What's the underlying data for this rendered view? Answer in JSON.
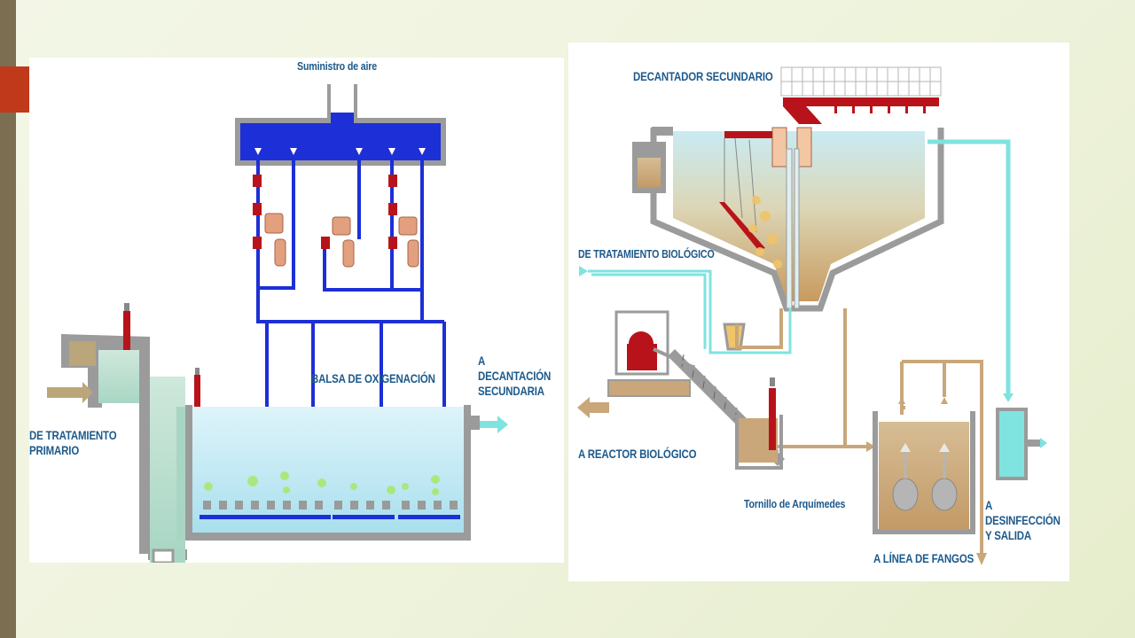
{
  "left_diagram": {
    "air_supply_label": "Suministro de aire",
    "primary_input_label": "DE TRATAMIENTO\nPRIMARIO",
    "oxygenation_label": "BALSA DE OXIGENACIÓN",
    "secondary_output_label": "A DECANTACIÓN\nSECUNDARIA"
  },
  "right_diagram": {
    "secondary_clarifier_label": "DECANTADOR SECUNDARIO",
    "biological_input_label": "DE TRATAMIENTO BIOLÓGICO",
    "bio_reactor_label": "A REACTOR BIOLÓGICO",
    "screw_label": "Tornillo de Arquímedes",
    "sludge_line_label": "A LÍNEA DE FANGOS",
    "disinfection_label": "A DESINFECCIÓN\nY SALIDA"
  },
  "colors": {
    "pipe_blue": "#1d2fd6",
    "water": "#b8e4f0",
    "tank_gray": "#9a9a9a",
    "sludge": "#c9a77a",
    "valve_red": "#b8131a",
    "label_blue": "#1d5a8c",
    "clean_water": "#7fe3e0"
  }
}
